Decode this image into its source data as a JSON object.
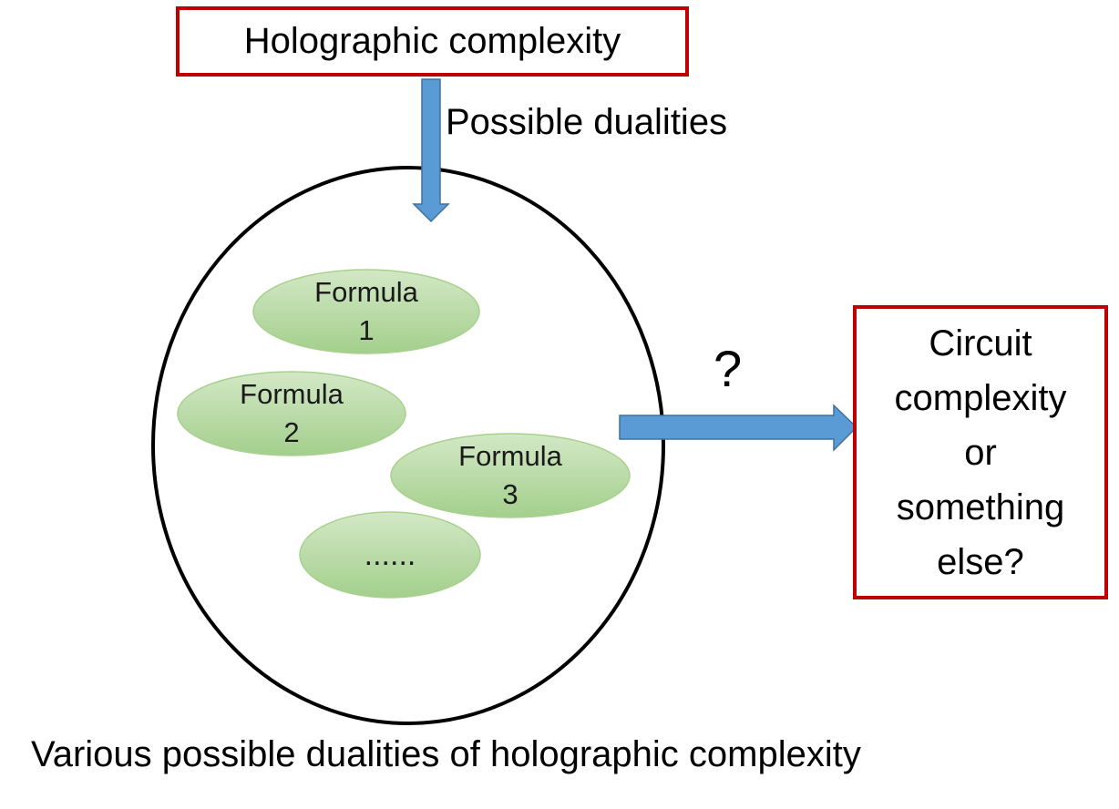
{
  "top_box": {
    "text": "Holographic complexity"
  },
  "arrow_down": {
    "label": "Possible dualities"
  },
  "formulas": [
    {
      "line1": "Formula",
      "line2": "1"
    },
    {
      "line1": "Formula",
      "line2": "2"
    },
    {
      "line1": "Formula",
      "line2": "3"
    },
    {
      "line1": "......",
      "line2": ""
    }
  ],
  "arrow_right": {
    "label": "?"
  },
  "right_box": {
    "lines": [
      "Circuit",
      "complexity",
      "or",
      "something",
      "else?"
    ]
  },
  "caption": "Various possible dualities of holographic complexity",
  "colors": {
    "box_border": "#c00000",
    "arrow_fill": "#5b9bd5",
    "arrow_stroke": "#41719c",
    "ellipse_fill_light": "#c5e0b4",
    "ellipse_fill_dark": "#9dcc85",
    "ellipse_stroke": "#a9d18e",
    "circle_stroke": "#000000"
  }
}
